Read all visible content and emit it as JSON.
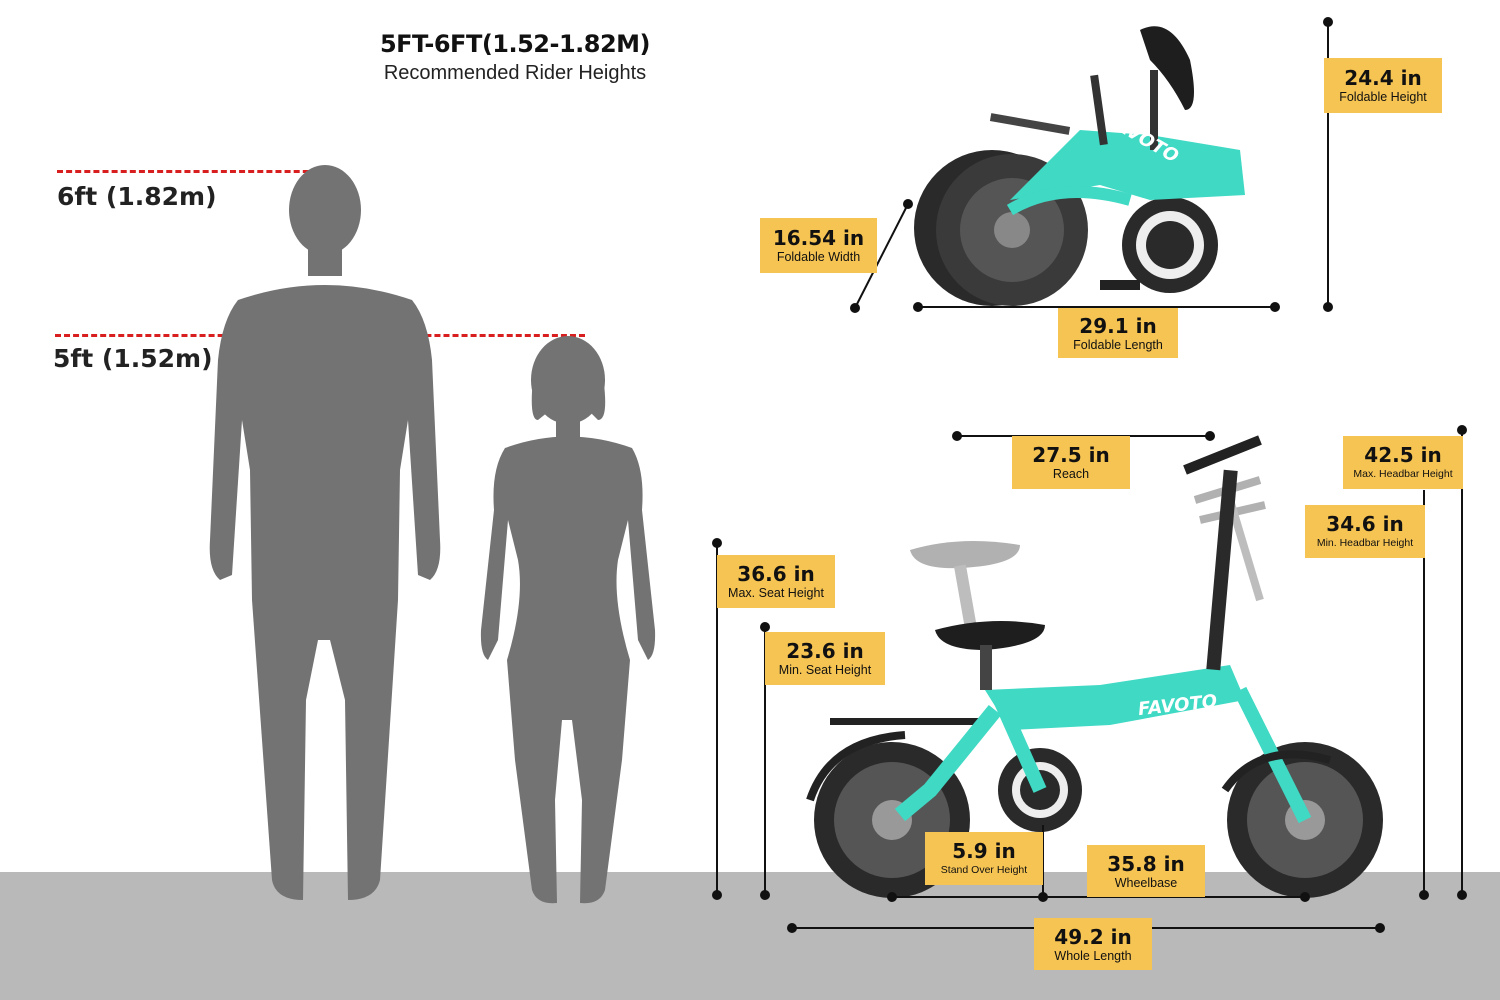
{
  "header": {
    "title": "5FT-6FT(1.52-1.82M)",
    "subtitle": "Recommended Rider Heights"
  },
  "height_markers": {
    "tall": "6ft (1.82m)",
    "short": "5ft (1.52m)"
  },
  "brand": "FAVOTO",
  "folded_dimensions": [
    {
      "id": "foldable-height",
      "value": "24.4 in",
      "label": "Foldable Height"
    },
    {
      "id": "foldable-width",
      "value": "16.54 in",
      "label": "Foldable Width"
    },
    {
      "id": "foldable-length",
      "value": "29.1 in",
      "label": "Foldable Length"
    }
  ],
  "unfolded_dimensions": [
    {
      "id": "reach",
      "value": "27.5 in",
      "label": "Reach"
    },
    {
      "id": "max-headbar-height",
      "value": "42.5 in",
      "label": "Max. Headbar Height"
    },
    {
      "id": "min-headbar-height",
      "value": "34.6 in",
      "label": "Min. Headbar Height"
    },
    {
      "id": "max-seat-height",
      "value": "36.6 in",
      "label": "Max. Seat Height"
    },
    {
      "id": "min-seat-height",
      "value": "23.6 in",
      "label": "Min. Seat Height"
    },
    {
      "id": "stand-over-height",
      "value": "5.9 in",
      "label": "Stand Over Height"
    },
    {
      "id": "wheelbase",
      "value": "35.8 in",
      "label": "Wheelbase"
    },
    {
      "id": "whole-length",
      "value": "49.2 in",
      "label": "Whole Length"
    }
  ],
  "colors": {
    "accent_box": "#f6c452",
    "marker_line": "#d81e1e",
    "silhouette": "#737373",
    "bike_frame": "#3fd9c4",
    "ground": "#b9b9b9"
  }
}
